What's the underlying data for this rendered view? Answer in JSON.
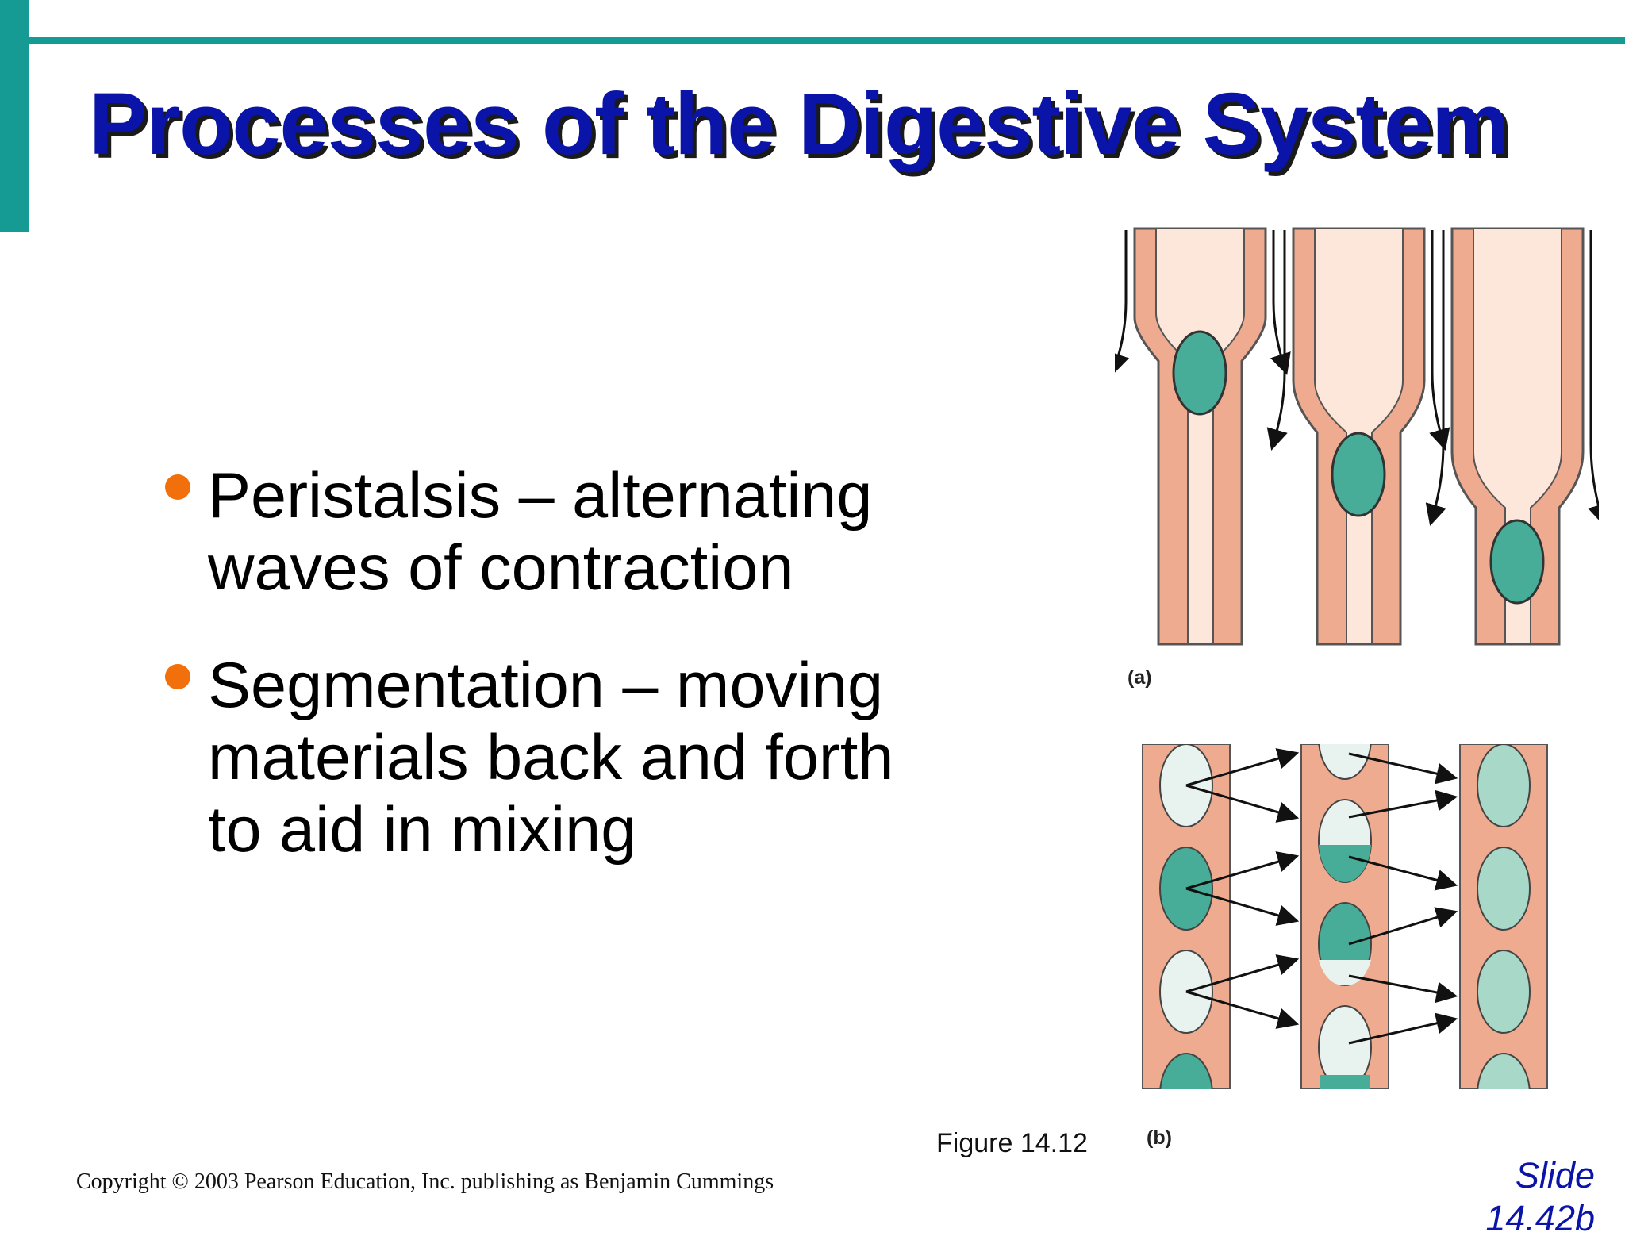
{
  "slide": {
    "title": "Processes of the Digestive System",
    "bullets": [
      {
        "lines": [
          "Peristalsis – alternating",
          "waves of contraction"
        ]
      },
      {
        "lines": [
          "Segmentation – moving",
          "materials back and forth",
          "to aid in mixing"
        ]
      }
    ],
    "figure_caption": "Figure 14.12",
    "figure_label_a": "(a)",
    "figure_label_b": "(b)",
    "copyright": "Copyright © 2003 Pearson Education, Inc. publishing as Benjamin Cummings",
    "slide_number_lines": [
      "Slide",
      "14.42b"
    ]
  },
  "colors": {
    "accent": "#169b94",
    "title": "#0a14a8",
    "bullet_dot": "#f2700c",
    "muscle_wall": "#efab90",
    "lumen": "#fde6da",
    "bolus": "#48ad98"
  }
}
